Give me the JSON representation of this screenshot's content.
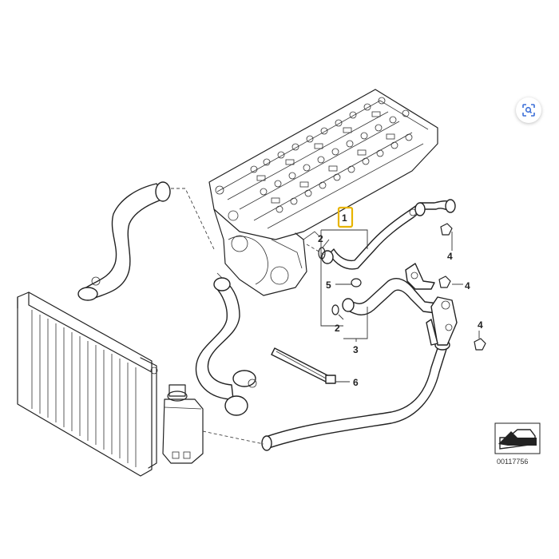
{
  "diagram": {
    "callouts": {
      "c1": "1",
      "c2a": "2",
      "c2b": "2",
      "c3": "3",
      "c4a": "4",
      "c4b": "4",
      "c4c": "4",
      "c5": "5",
      "c6": "6"
    },
    "reference_number": "00117756",
    "highlight_color": "#e8b400"
  },
  "toolbar": {
    "lens_icon": "visual-search-icon"
  }
}
